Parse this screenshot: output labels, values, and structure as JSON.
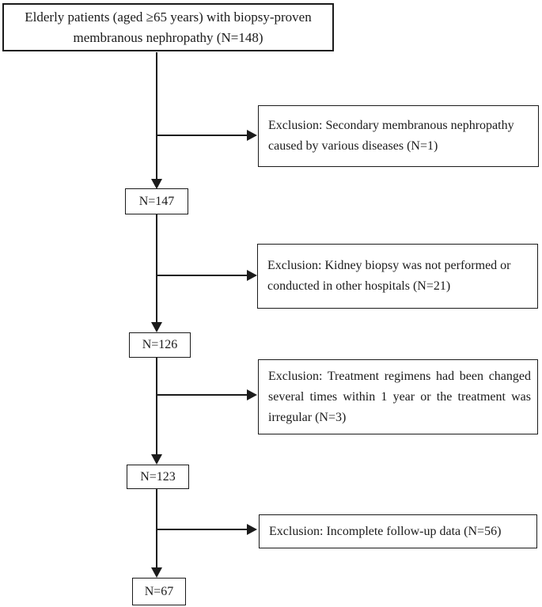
{
  "flow": {
    "start": {
      "label": "Elderly patients (aged ≥65 years) with biopsy-proven membranous nephropathy (N=148)"
    },
    "steps": [
      {
        "exclusion": "Exclusion: Secondary membranous nephropathy caused by various diseases (N=1)",
        "count_label": "N=147"
      },
      {
        "exclusion": "Exclusion: Kidney biopsy was not performed or conducted in other hospitals (N=21)",
        "count_label": "N=126"
      },
      {
        "exclusion": "Exclusion: Treatment regimens had been changed several times within 1 year or the treatment was irregular (N=3)",
        "count_label": "N=123"
      },
      {
        "exclusion": "Exclusion: Incomplete follow-up data (N=56)",
        "count_label": "N=67"
      }
    ],
    "colors": {
      "line": "#1b1b1b",
      "text": "#1b1b1b",
      "background": "#ffffff"
    }
  }
}
